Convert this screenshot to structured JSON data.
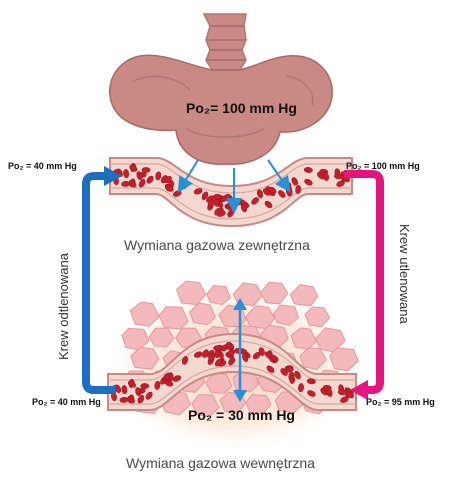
{
  "labels": {
    "lung_po2": "Po₂= 100 mm Hg",
    "top_left_po2": "Po₂ = 40 mm Hg",
    "top_right_po2": "Po₂ = 100 mm Hg",
    "bottom_left_po2": "Po₂ = 40 mm Hg",
    "bottom_right_po2": "Po₂ = 95 mm Hg",
    "tissue_po2": "Po₂ = 30 mm Hg",
    "external_exchange": "Wymiana gazowa zewnętrzna",
    "internal_exchange": "Wymiana gazowa wewnętrzna",
    "deoxygenated_blood": "Krew odtlenowana",
    "oxygenated_blood": "Krew utlenowana"
  },
  "colors": {
    "lung": "#c98a86",
    "lung_dark": "#a86a66",
    "vessel_wall": "#f3d8cf",
    "blood_cell": "#c81e2c",
    "tissue_cell": "#f4b9bc",
    "deoxygenated_arrow": "#1e6fbf",
    "oxygenated_arrow": "#e5157f",
    "diffusion_arrow": "#2b8fd6"
  },
  "icons": [
    "lung-icon",
    "blood-vessel-icon",
    "tissue-cells-icon",
    "diffusion-arrow-icon"
  ]
}
